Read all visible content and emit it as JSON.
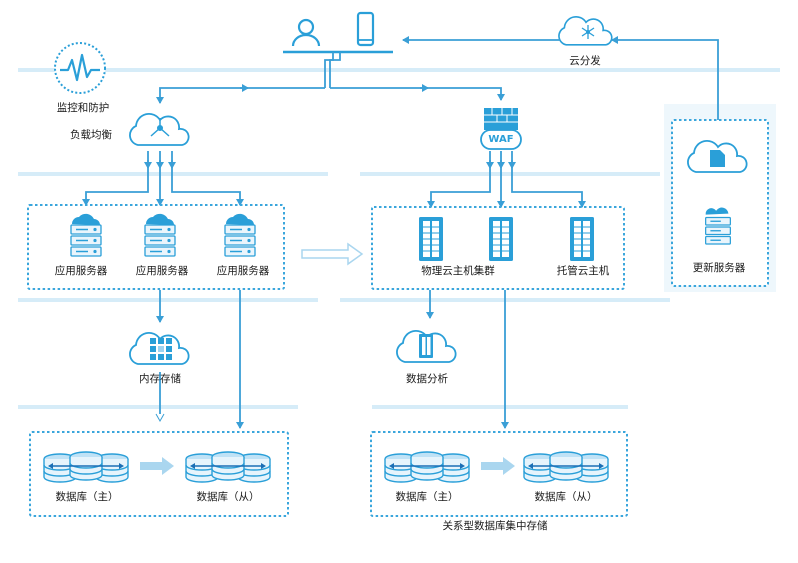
{
  "labels": {
    "cloud_distribution": "云分发",
    "monitoring": "监控和防护",
    "load_balancer": "负载均衡",
    "waf": "WAF",
    "app_server": "应用服务器",
    "physical_cluster": "物理云主机集群",
    "hosted_host": "托管云主机",
    "update_server": "更新服务器",
    "memory_storage": "内存存储",
    "data_analysis": "数据分析",
    "db_master": "数据库（主）",
    "db_slave": "数据库（从）",
    "relational_storage": "关系型数据库集中存储"
  },
  "colors": {
    "accent": "#29a8e0",
    "line": "#3a9fd6",
    "band": "#d6ecf8",
    "box_border": "#3aa6dc",
    "update_bg": "#eef7fc",
    "text": "#1a1a1a"
  }
}
